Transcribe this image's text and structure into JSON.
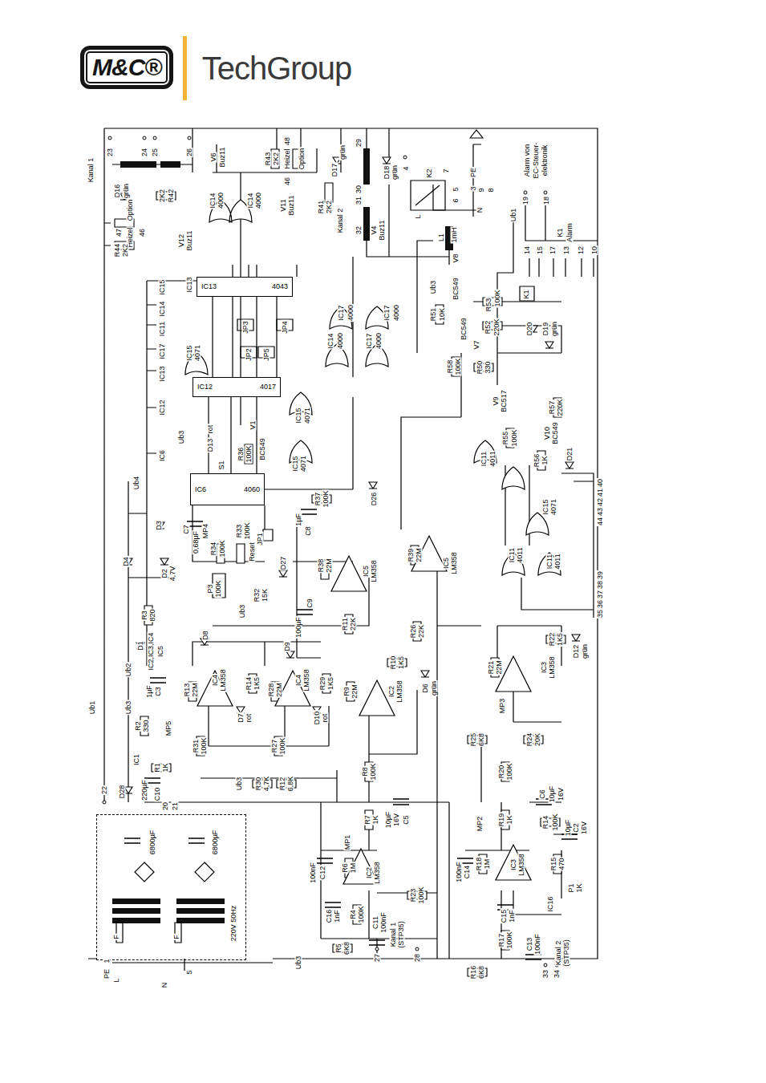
{
  "diagram": {
    "nodes": [
      {
        "text": [
          "M&C®"
        ]
      },
      {
        "text": [
          "220V 50Hz"
        ]
      },
      {
        "text": [
          "IC13",
          "4043"
        ]
      },
      {
        "text": [
          "IC12",
          "4017"
        ]
      },
      {
        "text": [
          "IC6",
          "4060"
        ]
      }
    ],
    "edges": [
      {
        "from": 4,
        "to": 3,
        "arrow": "none"
      },
      {
        "from": 3,
        "to": 2,
        "arrow": "none"
      }
    ],
    "labels": [
      "TechGroup",
      "Kanal 1",
      "23",
      "24",
      "25",
      "26",
      "D16",
      "grün",
      "R42",
      "2K2",
      "Option",
      "47",
      "Heizel",
      "46",
      "R44",
      "2K2",
      "V12",
      "Buz11",
      "V6",
      "Buz11",
      "IC14",
      "4000",
      "IC14",
      "4000",
      "R43",
      "2K2",
      "Heizel",
      "48",
      "Option",
      "46",
      "D17",
      "grün",
      "V11",
      "Buz11",
      "R41",
      "2K2",
      "Kanal 2",
      "29",
      "30",
      "31",
      "32",
      "D18",
      "grün",
      "V4",
      "Buz11",
      "4",
      "K2",
      "7",
      "5",
      "6",
      "PE",
      "3",
      "9",
      "8",
      "N",
      "L",
      "L1",
      "1mH",
      "Alarm von",
      "EC-Steuer-",
      "elektronik",
      "Ub1",
      "19",
      "18",
      "K1",
      "Alarm",
      "14",
      "15",
      "17",
      "13",
      "12",
      "10",
      "IC13",
      "IC15",
      "IC14",
      "IC11",
      "IC17",
      "IC13",
      "IC12",
      "Ub4",
      "Ub3",
      "IC6",
      "Ub3",
      "V8",
      "BC549",
      "R51",
      "10K",
      "R53",
      "100K",
      "K1",
      "R52",
      "220K",
      "D20",
      "D19",
      "grün",
      "R50",
      "330",
      "V7",
      "BC549",
      "R58",
      "100K",
      "JP3",
      "JP4",
      "JP2",
      "JP5",
      "IC15",
      "4071",
      "IC14",
      "4000",
      "IC17",
      "4000",
      "IC17",
      "4000",
      "IC17",
      "4000",
      "IC15",
      "4071",
      "D13",
      "rot",
      "S1",
      "R36",
      "100K",
      "V1",
      "BC549",
      "IC15",
      "4071",
      "R37",
      "100K",
      "D26",
      "IC11",
      "4011",
      "R55",
      "100K",
      "V9",
      "BC517",
      "R57",
      "220K",
      "V10",
      "BC549",
      "R56",
      "1K",
      "D21",
      "IC15",
      "4071",
      "IC11",
      "4011",
      "IC11",
      "4011",
      "35",
      "36",
      "37",
      "38",
      "39",
      "44",
      "43",
      "42",
      "41",
      "40",
      "C7",
      "0,68µF",
      "MP4",
      "R34",
      "100K",
      "P3",
      "100K",
      "R33",
      "100K",
      "Reset",
      "JP1",
      "C8",
      "1µF",
      "D3",
      "D4",
      "D2",
      "4,7V",
      "R3",
      "820",
      "D1",
      "IC2,IC3,IC4",
      "IC5",
      "Ub2",
      "D27",
      "R32",
      "15K",
      "Ub3",
      "C9",
      "100µF",
      "D8",
      "D9",
      "R38",
      "22M",
      "IC5",
      "LM358",
      "R39",
      "22M",
      "IC5",
      "LM358",
      "R11",
      "22K",
      "R26",
      "22K",
      "Ub3",
      "R2",
      "330",
      "C3",
      "1µF",
      "MP5",
      "R13",
      "22M",
      "IC4",
      "LM358",
      "R14",
      "1K5",
      "D7",
      "rot",
      "R28",
      "22M",
      "IC4",
      "LM358",
      "R29",
      "1K5",
      "D10",
      "rot",
      "R31",
      "100K",
      "R27",
      "100K",
      "R9",
      "22M",
      "IC2",
      "LM358",
      "R10",
      "1K5",
      "D6",
      "grün",
      "R21",
      "22M",
      "IC3",
      "LM358",
      "R22",
      "1K5",
      "D12",
      "grün",
      "MP3",
      "R25",
      "6K8",
      "R24",
      "20K",
      "R20",
      "100K",
      "C6",
      "10µF",
      "16V",
      "IC1",
      "R1",
      "1K",
      "D28",
      "C10",
      "220µF",
      "20",
      "21",
      "22",
      "Ub1",
      "R30",
      "4,7K",
      "R12",
      "6,8K",
      "Ub3",
      "R8",
      "100K",
      "R7",
      "1K",
      "C5",
      "10µF",
      "16V",
      "MP1",
      "R6",
      "1M",
      "C12",
      "100nF",
      "IC2",
      "LM358",
      "R23",
      "100K",
      "C16",
      "1nF",
      "R4",
      "100K",
      "C11",
      "100nF",
      "Kanal 1",
      "(STP35)",
      "R5",
      "6K8",
      "27",
      "28",
      "MP2",
      "R19",
      "1K",
      "R18",
      "1M",
      "C14",
      "100nF",
      "IC3",
      "LM358",
      "R14",
      "100K",
      "C2",
      "10µF",
      "16V",
      "R15",
      "470",
      "P1",
      "1K",
      "IC16",
      "C15",
      "1nF",
      "R17",
      "100K",
      "C13",
      "100nF",
      "Kanal 2",
      "(STP35)",
      "R16",
      "6K8",
      "33",
      "34",
      "6800µF",
      "6800µF",
      "F",
      "F",
      "1",
      "PE",
      "Ub3",
      "L",
      "N",
      "5"
    ]
  }
}
